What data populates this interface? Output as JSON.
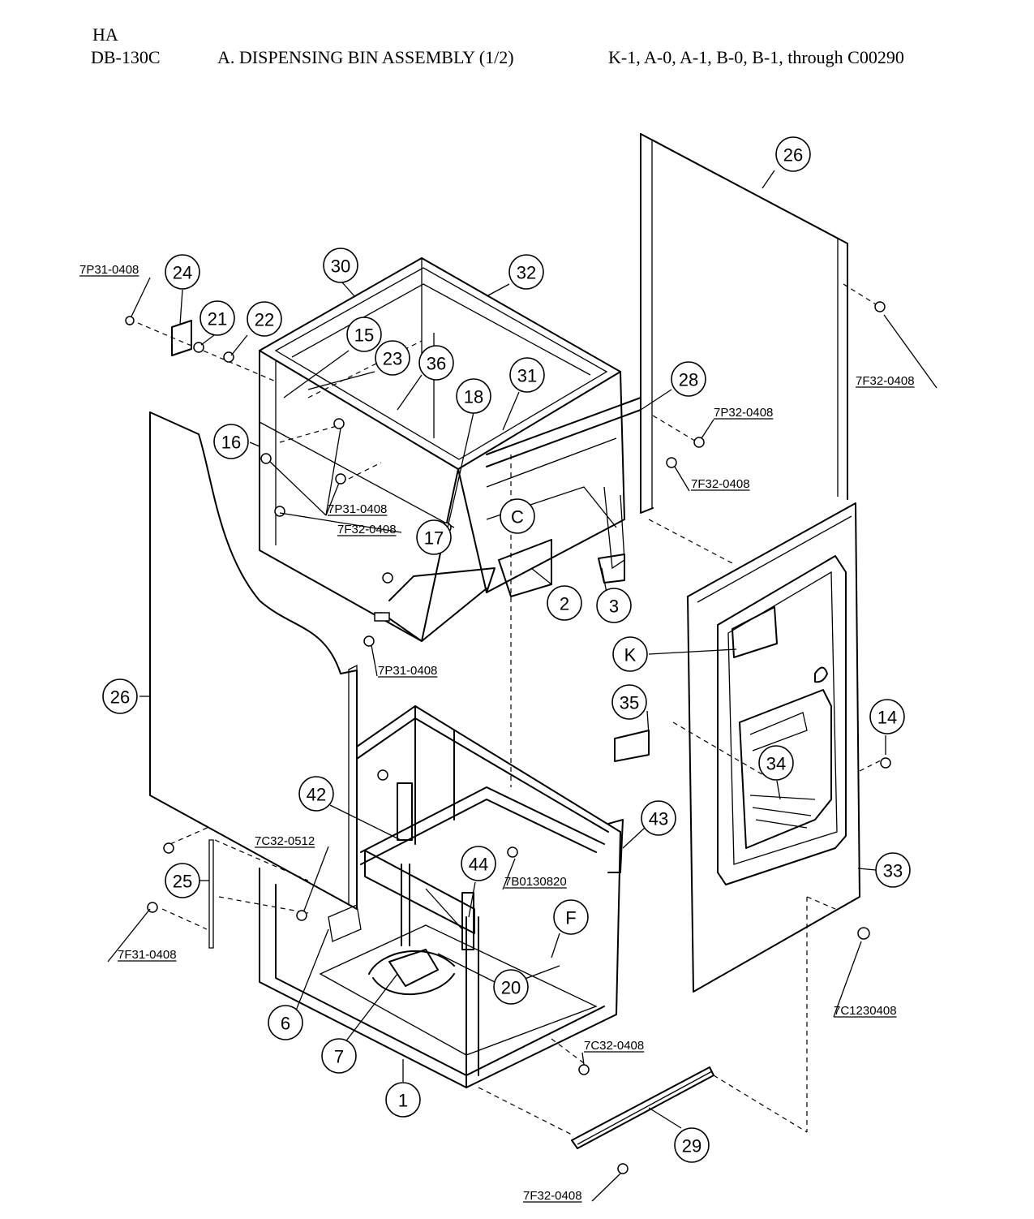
{
  "header": {
    "brand": "HA",
    "model": "DB-130C",
    "title": "A. DISPENSING BIN ASSEMBLY (1/2)",
    "serial_range": "K-1, A-0, A-1, B-0, B-1, through C00290"
  },
  "callouts": [
    "26",
    "24",
    "21",
    "22",
    "30",
    "32",
    "15",
    "23",
    "36",
    "18",
    "31",
    "28",
    "16",
    "17",
    "C",
    "2",
    "3",
    "K",
    "35",
    "14",
    "34",
    "26",
    "42",
    "43",
    "44",
    "F",
    "33",
    "25",
    "20",
    "6",
    "7",
    "1",
    "29"
  ],
  "part_codes": [
    "7P31-0408",
    "7F32-0408",
    "7P32-0408",
    "7F32-0408",
    "7P31-0408",
    "7F32-0408",
    "7P31-0408",
    "7C32-0512",
    "7B0130820",
    "7F31-0408",
    "7C1230408",
    "7C32-0408",
    "7F32-0408"
  ]
}
